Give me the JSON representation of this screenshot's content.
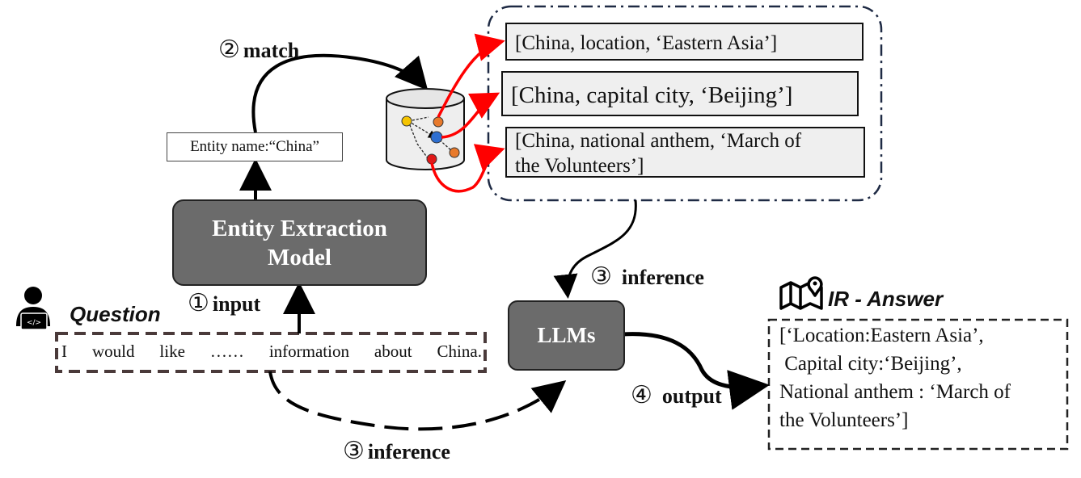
{
  "model": {
    "line1": "Entity Extraction",
    "line2": "Model"
  },
  "llm": {
    "label": "LLMs"
  },
  "entity": {
    "text": "Entity name:“China”"
  },
  "steps": {
    "match": {
      "num": "②",
      "label": "match"
    },
    "input": {
      "num": "①",
      "label": "input"
    },
    "inference_top": {
      "num": "③",
      "label": "inference"
    },
    "inference_bottom": {
      "num": "③",
      "label": "inference"
    },
    "output": {
      "num": "④",
      "label": "output"
    }
  },
  "triples": [
    {
      "text": "[China, location, ‘Eastern Asia’]"
    },
    {
      "text": "[China, capital city, ‘Beijing’]"
    },
    {
      "line1": "[China, national anthem, ‘March of",
      "line2": "the Volunteers’]"
    }
  ],
  "question": {
    "label": "Question",
    "words": [
      "I",
      "would",
      "like",
      "……",
      "information",
      "about",
      "China."
    ]
  },
  "answer": {
    "label": "IR - Answer",
    "lines": [
      "[‘Location:Eastern Asia’,",
      " Capital city:‘Beijing’,",
      "National anthem : ‘March of",
      "the Volunteers’]"
    ]
  },
  "icons": [
    "person-laptop-icon",
    "map-pin-icon",
    "knowledge-graph-database-icon"
  ],
  "colors": {
    "box_fill": "#6b6b6b",
    "highlight_arrow": "#ff0000",
    "dashed_border": "#333333"
  }
}
